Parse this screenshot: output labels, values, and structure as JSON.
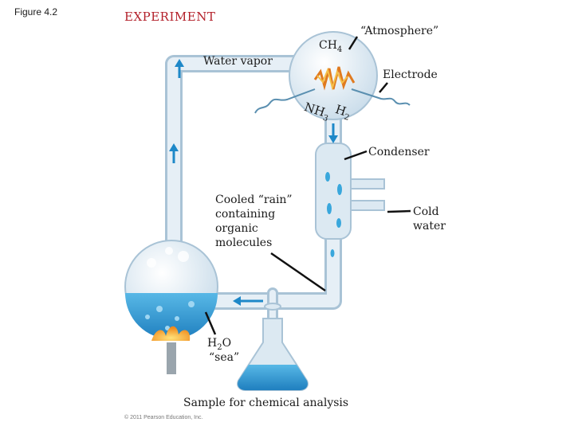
{
  "figure_label": "Figure 4.2",
  "title": "EXPERIMENT",
  "labels": {
    "atmosphere": "“Atmosphere”",
    "ch4_main": "CH",
    "ch4_sub": "4",
    "water_vapor": "Water vapor",
    "electrode": "Electrode",
    "nh3_main": "NH",
    "nh3_sub": "3",
    "h2_main": "H",
    "h2_sub": "2",
    "condenser": "Condenser",
    "cooled_rain": "Cooled “rain” containing organic molecules",
    "cold_water": "Cold water",
    "h2o_main": "H",
    "h2o_sub": "2",
    "h2o_tail": "O",
    "sea": "“sea”",
    "sample": "Sample for chemical analysis",
    "copyright": "© 2011 Pearson Education, Inc."
  },
  "colors": {
    "glass": "#dce9f2",
    "glass_edge": "#a9c3d6",
    "water": "#39a7dc",
    "arrow": "#1e88c8",
    "flame": "#f5a623",
    "spark": "#e07a1f",
    "title": "#b3202a"
  }
}
